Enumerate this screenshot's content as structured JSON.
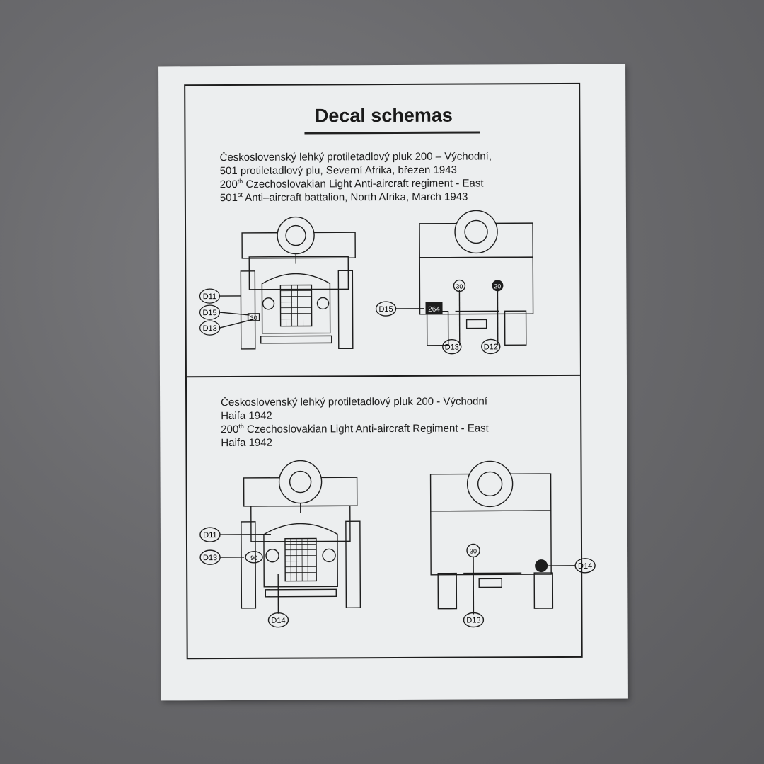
{
  "document": {
    "title": "Decal schemas",
    "section1": {
      "line1": "Československý lehký protiletadlový pluk 200 – Východní,",
      "line2": "501 protiletadlový plu, Severní Afrika, březen 1943",
      "line3_pre": "200",
      "line3_sup": "th",
      "line3_post": " Czechoslovakian  Light Anti-aircraft regiment - East",
      "line4_pre": "501",
      "line4_sup": "st",
      "line4_post": " Anti–aircraft battalion,  North Afrika, March 1943",
      "front_callouts": [
        "D11",
        "D15",
        "D13"
      ],
      "front_plate": "30",
      "rear_callouts": [
        "D15",
        "D13",
        "D12"
      ],
      "rear_plate": "264",
      "rear_marks": [
        "30",
        "20"
      ]
    },
    "section2": {
      "line1": "Československý lehký protiletadlový pluk 200 - Východní",
      "line2": "Haifa 1942",
      "line3_pre": "200",
      "line3_sup": "th",
      "line3_post": " Czechoslovakian Light Anti-aircraft Regiment - East",
      "line4": "Haifa 1942",
      "front_callouts": [
        "D11",
        "D13",
        "D14"
      ],
      "front_mark": "90",
      "rear_callouts": [
        "D13",
        "D14"
      ],
      "rear_mark": "30"
    }
  },
  "colors": {
    "background": "#6a6a6d",
    "paper": "#eceeef",
    "ink": "#1d1d1d"
  }
}
